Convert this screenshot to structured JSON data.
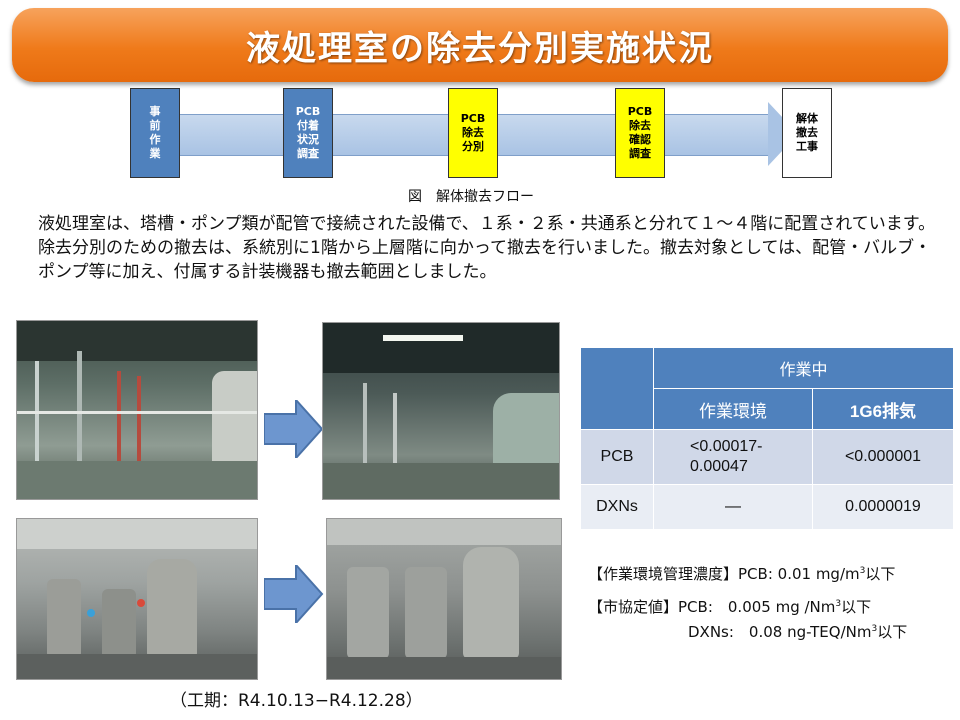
{
  "title": "液処理室の除去分別実施状況",
  "flow": {
    "steps": [
      {
        "label": "事\n前\n作\n業",
        "style": "blue"
      },
      {
        "label": "PCB\n付着\n状況\n調査",
        "style": "blue"
      },
      {
        "label": "PCB\n除去\n分別",
        "style": "yellow"
      },
      {
        "label": "PCB\n除去\n確認\n調査",
        "style": "yellow"
      },
      {
        "label": "解体\n撤去\n工事",
        "style": "white"
      }
    ],
    "caption": "図　解体撤去フロー"
  },
  "description": {
    "line1": "液処理室は、塔槽・ポンプ類が配管で接続された設備で、１系・２系・共通系と分れて１～４階に配置されています。",
    "line2": "除去分別のための撤去は、系統別に1階から上層階に向かって撤去を行いました。撤去対象としては、配管・バルブ・ポンプ等に加え、付属する計装機器も撤去範囲としました。"
  },
  "table": {
    "group_header": "作業中",
    "col1": "作業環境",
    "col2": "1G6排気",
    "rows": [
      {
        "name": "PCB",
        "env": "<0.00017-\n0.00047",
        "exhaust": "<0.000001"
      },
      {
        "name": "DXNs",
        "env": "―",
        "exhaust": "0.0000019"
      }
    ]
  },
  "notes": {
    "env_label": "【作業環境管理濃度】",
    "env_value": "PCB: 0.01 mg/m",
    "env_sup": "3",
    "env_suffix": "以下",
    "city_label": "【市協定値】",
    "city_pcb": "PCB:　0.005 mg /Nm",
    "city_pcb_sup": "3",
    "city_pcb_suffix": "以下",
    "city_dxn": "DXNs:　0.08 ng-TEQ/Nm",
    "city_dxn_sup": "3",
    "city_dxn_suffix": "以下"
  },
  "period": "（工期：R4.10.13−R4.12.28）",
  "colors": {
    "title_orange": "#ef7a1a",
    "flow_blue": "#4f81bd",
    "flow_yellow": "#ffff00",
    "table_header": "#4f81bd"
  }
}
